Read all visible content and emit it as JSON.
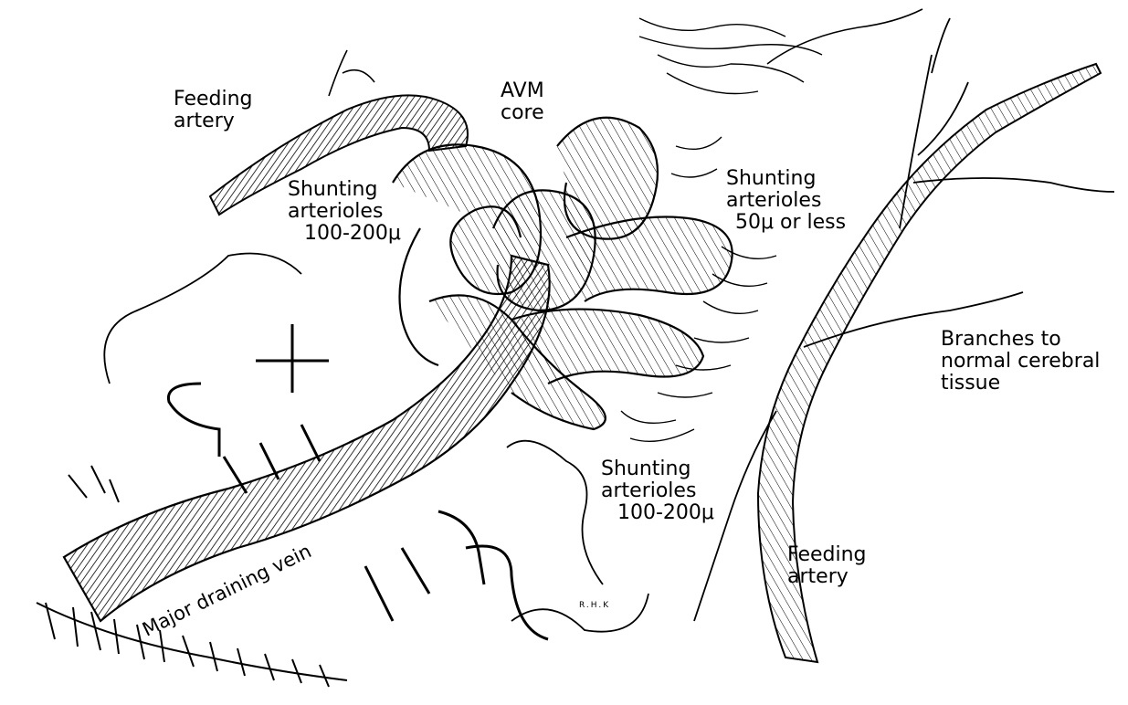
{
  "labels": {
    "feeding_artery_top": [
      "Feeding",
      "artery"
    ],
    "avm_core": [
      "AVM",
      "core"
    ],
    "shunting_left": [
      "Shunting",
      "arterioles",
      "100-200μ"
    ],
    "shunting_right": [
      "Shunting",
      "arterioles",
      "50μ or less"
    ],
    "branches_normal": [
      "Branches to",
      "normal cerebral",
      "tissue"
    ],
    "shunting_bottom": [
      "Shunting",
      "arterioles",
      "100-200μ"
    ],
    "feeding_artery_bottom": [
      "Feeding",
      "artery"
    ],
    "major_draining_vein": "Major draining vein",
    "signature": "R.H.K"
  }
}
